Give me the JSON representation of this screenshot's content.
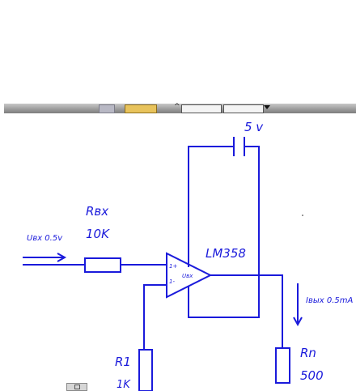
{
  "labels": {
    "supply": "5 v",
    "rin_name": "Rвх",
    "rin_value": "10K",
    "uin": "Uвх 0.5v",
    "opamp": "LM358",
    "opamp_inner": "Uвх",
    "pin_plus": "1+",
    "pin_minus": "1-",
    "iout": "Iвых 0.5mA",
    "r1_name": "R1",
    "r1_value": "1K",
    "rn_name": "Rn",
    "rn_value": "500"
  },
  "colors": {
    "wire": "#1a1adb",
    "background": "#ffffff"
  }
}
